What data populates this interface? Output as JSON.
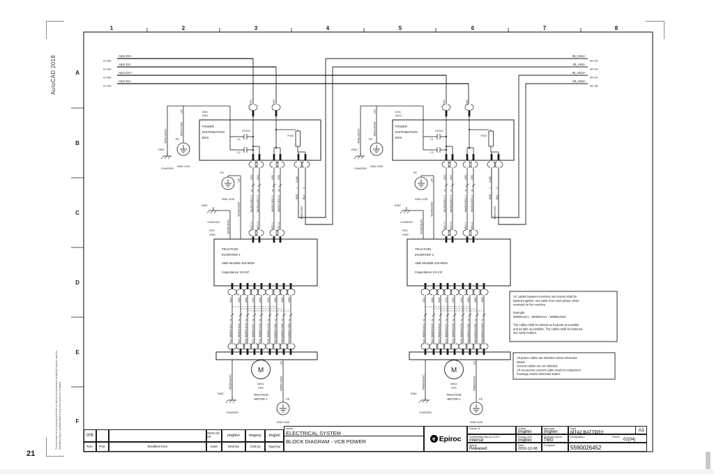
{
  "page": {
    "number": "21",
    "app": "AutoCAD 2018",
    "disclaimer": "This document is our property and shall not without our permission be altered, copied, used for manufacturing or communicated to any other person or company"
  },
  "frame": {
    "columns": [
      "1",
      "2",
      "3",
      "4",
      "5",
      "6",
      "7",
      "8"
    ],
    "rows": [
      "A",
      "B",
      "C",
      "D",
      "E",
      "F"
    ]
  },
  "common": {
    "pe_mark": "PE"
  },
  "bus": {
    "left_labels": [
      {
        "name": "A911 DC+",
        "ref": "01=6/A"
      },
      {
        "name": "A911 DC-",
        "ref": "01=6/A"
      },
      {
        "name": "A912 DC+",
        "ref": "01=6/A"
      },
      {
        "name": "A912 DC-",
        "ref": "01=6/A"
      }
    ],
    "right_labels": [
      {
        "name": "05_A911+",
        "ref": "06=1/A"
      },
      {
        "name": "05_A911-",
        "ref": "06=1/A"
      },
      {
        "name": "05_A912+",
        "ref": "06=1/A"
      },
      {
        "name": "05_A912-",
        "ref": "06=1/B"
      }
    ]
  },
  "halves": [
    {
      "pdb": {
        "tag": "ESS",
        "id": "A911",
        "title": [
          "POWER",
          "DISTRIBUTION",
          "BOX"
        ],
        "relay": "KF010",
        "cap1": "C1",
        "cap2": "C2",
        "fuse": "F015",
        "top_connectors": [
          "X91",
          "X92"
        ],
        "aux": {
          "name": "X185",
          "pins": [
            "1",
            "2"
          ],
          "wires": [
            "RED",
            "BLK"
          ],
          "cable": "WA915X92"
        },
        "pe": "PE",
        "emc": "EMC",
        "chassis": "CHASSIS",
        "gnd": "GND VCB",
        "cable_e": "WA911E/NC",
        "cable_g": "WA911GND",
        "ref": "129"
      },
      "dc_cables": [
        {
          "top": "X93",
          "name": "WU901XDC+1",
          "bot": "XDC+1"
        },
        {
          "top": "X94",
          "name": "WU901XDC+2",
          "bot": "XDC+2"
        },
        {
          "top": "X95",
          "name": "WU901XDC-1",
          "bot": "XDC-1"
        },
        {
          "top": "X96",
          "name": "WU901XDC-2",
          "bot": "XDC-2"
        }
      ],
      "inverter": {
        "tag": "ESS",
        "id": "U901",
        "l1": "TRACTION",
        "l2": "INVERTER 1",
        "l3": "ABB HES880-104-90DA",
        "l4": "Capacitance 3,9 mF",
        "pe": "PE",
        "emc": "EMC",
        "chassis": "CHASSIS",
        "gnd": "GND VCB",
        "cable_e": "WU901E/NC",
        "cable_g": "WU901GND",
        "ref": "129"
      },
      "motor_cables": [
        {
          "top": "XU1",
          "name": "WM901XU1",
          "bot": "XU1"
        },
        {
          "top": "XU2",
          "name": "WM901XU2",
          "bot": "XU2"
        },
        {
          "top": "XU3",
          "name": "WM901XU3",
          "bot": "XU3"
        },
        {
          "top": "XV1",
          "name": "WM901XV1",
          "bot": "XV1"
        },
        {
          "top": "XV2",
          "name": "WM901XV2",
          "bot": "XV2"
        },
        {
          "top": "XV3",
          "name": "WM901XV3",
          "bot": "XV3"
        },
        {
          "top": "XW1",
          "name": "WM901XW1",
          "bot": "XW1"
        },
        {
          "top": "XW2",
          "name": "WM901XW2",
          "bot": "XW2"
        },
        {
          "top": "XW3",
          "name": "WM901XW3",
          "bot": "XW3"
        }
      ],
      "motor": {
        "symbol": "M",
        "id": "M001",
        "tag": "ESS",
        "l1": "TRACTION",
        "l2": "MOTOR 1",
        "pe": "PE",
        "emc": "EMC",
        "chassis": "CHASSIS",
        "gnd": "GND VCB",
        "cable_e": "WM901E/NC",
        "cable_g": "WM901GND",
        "ref": "129"
      }
    },
    {
      "pdb": {
        "tag": "ESS",
        "id": "A912",
        "title": [
          "POWER",
          "DISTRIBUTION",
          "BOX"
        ],
        "relay": "KF010",
        "cap1": "C1",
        "cap2": "C2",
        "fuse": "F015",
        "top_connectors": [
          "X91",
          "X92"
        ],
        "aux": {
          "name": "X185",
          "pins": [
            "1",
            "2"
          ],
          "wires": [
            "RED",
            "BLK"
          ],
          "cable": "WA915X93"
        },
        "pe": "PE",
        "emc": "EMC",
        "chassis": "CHASSIS",
        "gnd": "GND VCB",
        "cable_e": "WA912E/NC",
        "cable_g": "WA912GND",
        "ref": "129"
      },
      "dc_cables": [
        {
          "top": "X93",
          "name": "WU902XDC+1",
          "bot": "XDC+1"
        },
        {
          "top": "X94",
          "name": "WU902XDC+2",
          "bot": "XDC+2"
        },
        {
          "top": "X95",
          "name": "WU902XDC-1",
          "bot": "XDC-1"
        },
        {
          "top": "X96",
          "name": "WU902XDC-2",
          "bot": "XDC-2"
        }
      ],
      "inverter": {
        "tag": "ESS",
        "id": "U902",
        "l1": "TRACTION",
        "l2": "INVERTER 2",
        "l3": "ABB HES880-104-90DA",
        "l4": "Capacitance 3,9 mF",
        "pe": "PE",
        "emc": "EMC",
        "chassis": "CHASSIS",
        "gnd": "GND VCB",
        "cable_e": "WU902E/NC",
        "cable_g": "WU902GND",
        "ref": "129"
      },
      "motor_cables": [
        {
          "top": "XU1",
          "name": "WM902XU1",
          "bot": "XU1"
        },
        {
          "top": "XU2",
          "name": "WM902XU2",
          "bot": "XU2"
        },
        {
          "top": "XU3",
          "name": "WM902XU3",
          "bot": "XU3"
        },
        {
          "top": "XV1",
          "name": "WM902XV1",
          "bot": "XV1"
        },
        {
          "top": "XV2",
          "name": "WM902XV2",
          "bot": "XV2"
        },
        {
          "top": "XV3",
          "name": "WM902XV3",
          "bot": "XV3"
        },
        {
          "top": "XW1",
          "name": "WM902XW1",
          "bot": "XW1"
        },
        {
          "top": "XW2",
          "name": "WM902XW2",
          "bot": "XW2"
        },
        {
          "top": "XW3",
          "name": "WM902XW3",
          "bot": "XW3"
        }
      ],
      "motor": {
        "symbol": "M",
        "id": "M002",
        "tag": "ESS",
        "l1": "TRACTION",
        "l2": "MOTOR 2",
        "pe": "PE",
        "emc": "EMC",
        "chassis": "CHASSIS",
        "gnd": "GND VCB",
        "cable_e": "WM902E/NC",
        "cable_g": "WM902GND",
        "ref": "129"
      }
    }
  ],
  "notes": [
    {
      "lines": [
        "AC cables between inverters and motors shall be",
        "twisted together, one cable from each phase, when",
        "mounted on the machine.",
        "",
        "Example,",
        "WM901XU1 - WM901XV1 - WM901XW1",
        "",
        "The cables shall be twisted as frequent as possible",
        "and as tight as possible. The cables shall be fastened",
        "into cable holders."
      ]
    },
    {
      "lines": [
        "All power cables are shielded unless otherwise",
        "stated.",
        "Ground cables are not shielded.",
        "All connectors connect cable shield to component",
        "housings unless otherwise stated."
      ]
    }
  ],
  "title_block": {
    "name_caption": "Name",
    "title_line1": "ELECTRICAL SYSTEM",
    "title_line2": "BLOCK DIAGRAM - VCB POWER",
    "brand": "Epiroc",
    "brand_glyph": "e",
    "rev_headers": {
      "rev": "Rev.",
      "pos": "Pos.",
      "modified_from": "Modified from",
      "date": "Date",
      "mod_by": "Mod.by",
      "chd_by": "Chd.by",
      "appd_by": "Appd.by"
    },
    "rev_row": {
      "rev": "005",
      "pos": "",
      "modified_from": "",
      "date": "2022-02-23",
      "mod_by": "tmghkn",
      "chd_by": "tmgeny",
      "appd_by": "tmgjml"
    },
    "fields": {
      "transl": {
        "label": "Transl. fr.",
        "value": ""
      },
      "drawn": {
        "label": "Drawn",
        "value": "tmghkn"
      },
      "approver": {
        "label": "Approver",
        "value": "tmghkn"
      },
      "type": {
        "label": "Type",
        "value": "MT42 BATTERY"
      },
      "format": "A3",
      "confidentiality": {
        "label": "Confidentiality class acc.1102 K",
        "value": "Internal"
      },
      "design_chd": {
        "label": "Design chd.",
        "value": "tmghkn"
      },
      "drawing_owner": {
        "label": "Drawing owner",
        "value": "TMG"
      },
      "designation": {
        "label": "Designation",
        "value": ""
      },
      "sheet": {
        "label": "Sheet",
        "value": "02(04)"
      },
      "status": {
        "label": "Status",
        "value": "Released"
      },
      "date": {
        "label": "Date",
        "value": "2019-12-08"
      },
      "compare": {
        "label": "Compare",
        "value": ""
      },
      "document_number": "5590026452"
    }
  }
}
